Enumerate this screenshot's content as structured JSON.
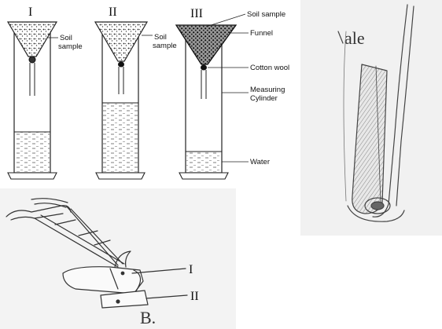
{
  "panel_a": {
    "setups": [
      {
        "numeral": "I",
        "label_line1": "Soil",
        "label_line2": "sample",
        "water_fraction": 0.29
      },
      {
        "numeral": "II",
        "label_line1": "Soil",
        "label_line2": "sample",
        "water_fraction": 0.5
      },
      {
        "numeral": "III",
        "water_fraction": 0.15
      }
    ],
    "callouts": {
      "soil_sample": "Soil sample",
      "funnel": "Funnel",
      "cotton_wool": "Cotton wool",
      "measuring_cylinder_line1": "Measuring",
      "measuring_cylinder_line2": "Cylinder",
      "water": "Water"
    }
  },
  "panel_b": {
    "part_labels": [
      "I",
      "II"
    ],
    "caption": "B."
  },
  "panel_c": {
    "partial_text": "ale"
  }
}
